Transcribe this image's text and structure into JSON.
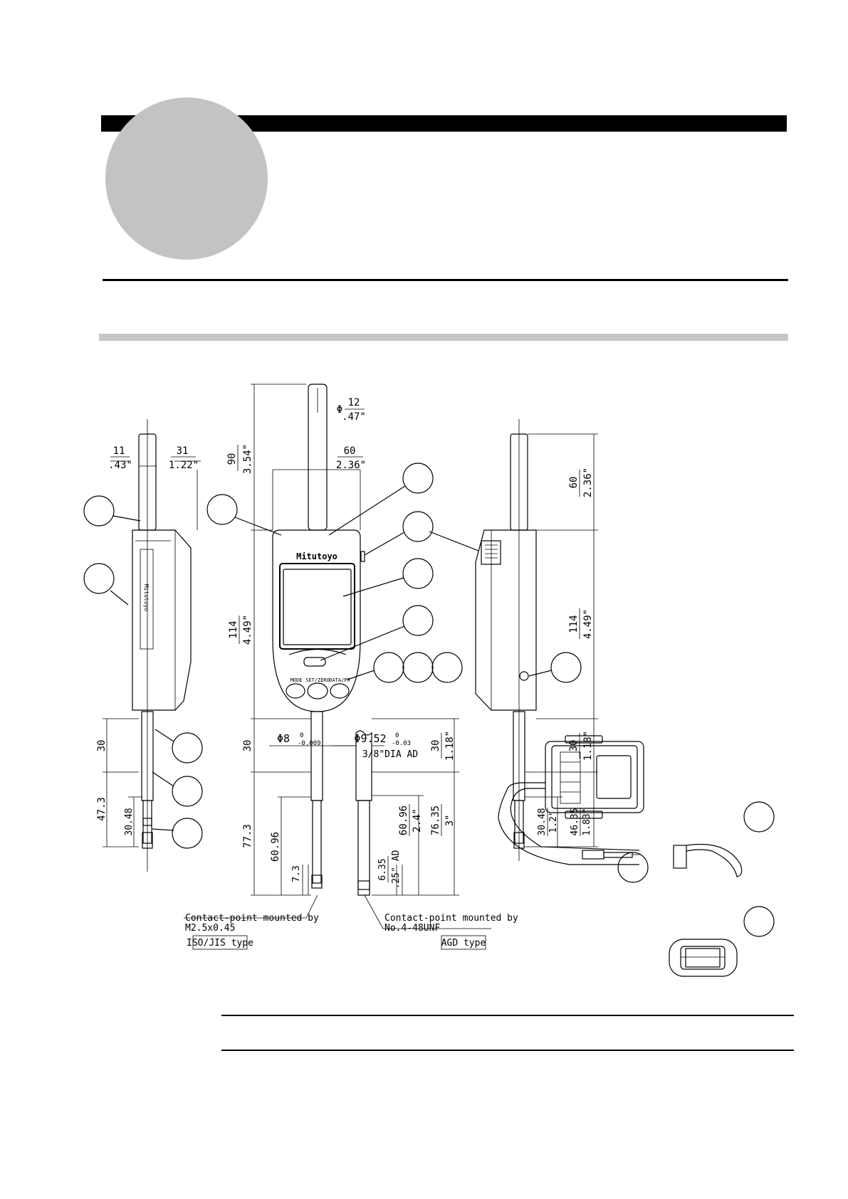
{
  "drawing": {
    "dimensions": {
      "left_dia_a": {
        "mm": "11",
        "inch": ".43\""
      },
      "left_dia_b": {
        "mm": "31",
        "inch": "1.22\""
      },
      "top_length": {
        "mm": "90",
        "inch": "3.54\""
      },
      "cap_dia": {
        "phi": "Φ",
        "mm": "12",
        "inch": ".47\""
      },
      "body_width": {
        "mm": "60",
        "inch": "2.36\""
      },
      "right_top": {
        "mm": "60",
        "inch": "2.36\""
      },
      "body_height_front": {
        "mm": "114",
        "inch": "4.49\""
      },
      "body_height_right": {
        "mm": "114",
        "inch": "4.49\""
      },
      "stem_left": "30",
      "stem_front": "30",
      "stem_agd": {
        "mm": "30",
        "inch": "1.18\""
      },
      "stem_right": {
        "mm": "30",
        "inch": "1.18\""
      },
      "stem_dia_iso": {
        "value": "Φ8",
        "tol_upper": "0",
        "tol_lower": "-0.009"
      },
      "stem_dia_agd": {
        "value": "Φ9.52",
        "tol_upper": "0",
        "tol_lower": "-0.03",
        "inch": "3/8\"DIA AD"
      },
      "left_47_3": "47.3",
      "left_30_48": "30.48",
      "iso_77_3": "77.3",
      "iso_60_96": "60.96",
      "iso_7_3": "7.3",
      "agd_60_96": {
        "mm": "60.96",
        "inch": "2.4\""
      },
      "agd_76_35": {
        "mm": "76.35",
        "inch": "3\""
      },
      "agd_6_35": {
        "mm": "6.35",
        "inch": ".25\" AD"
      },
      "right_30_48": {
        "mm": "30.48",
        "inch": "1.2\""
      },
      "right_46_35": {
        "mm": "46.35",
        "inch": "1.83\""
      }
    },
    "brand": "Mitutoyo",
    "buttons": [
      "MODE",
      "SET/ZERO",
      "DATA/PR"
    ],
    "contact_iso": {
      "line1": "Contact-point mounted by",
      "line2": "M2.5x0.45",
      "type": "ISO/JIS type"
    },
    "contact_agd": {
      "line1": "Contact-point mounted by",
      "line2": "No.4-48UNF",
      "type": "AGD type"
    }
  }
}
